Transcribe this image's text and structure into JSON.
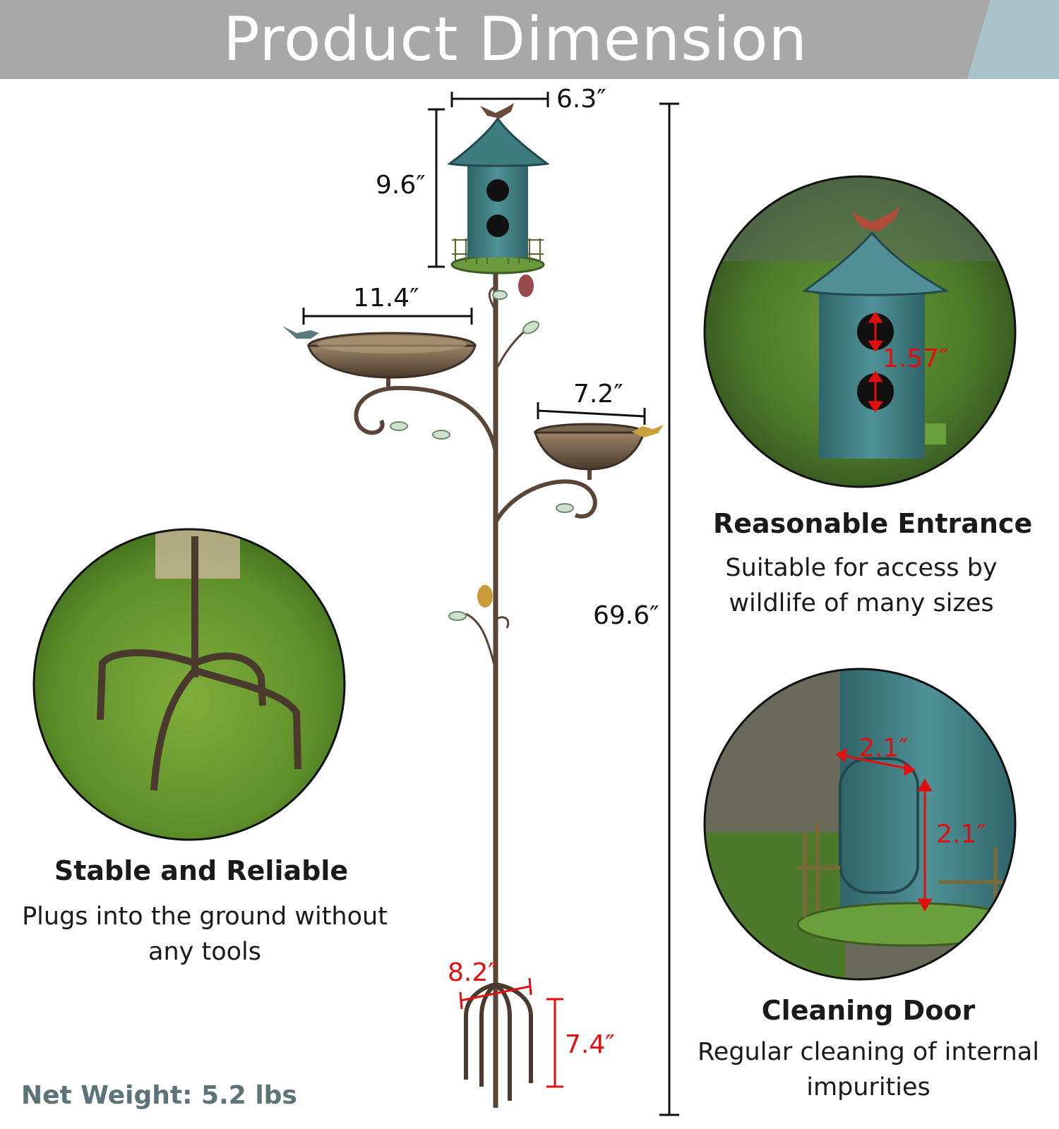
{
  "header": {
    "title": "Product Dimension",
    "bg_color": "#a8a8a8",
    "accent_color": "#a9c4c8"
  },
  "dimensions": {
    "house_width": "6.3″",
    "house_height": "9.6″",
    "large_bath_width": "11.4″",
    "small_bath_width": "7.2″",
    "total_height": "69.6″",
    "base_width": "8.2″",
    "stake_depth": "7.4″",
    "entrance_diameter": "1.57″",
    "door_width": "2.1″",
    "door_height": "2.1″"
  },
  "features": {
    "entrance": {
      "title": "Reasonable Entrance",
      "line1": "Suitable for access by",
      "line2": "wildlife of many sizes"
    },
    "stable": {
      "title": "Stable and Reliable",
      "line1": "Plugs into the ground without",
      "line2": "any tools"
    },
    "door": {
      "title": "Cleaning Door",
      "line1": "Regular cleaning of internal",
      "line2": "impurities"
    }
  },
  "net_weight": "Net Weight: 5.2 lbs",
  "colors": {
    "dimension_red": "#e01010",
    "weight_text": "#5c7378",
    "house_teal": "#3f7c80",
    "metal_brown": "#5a4638"
  }
}
